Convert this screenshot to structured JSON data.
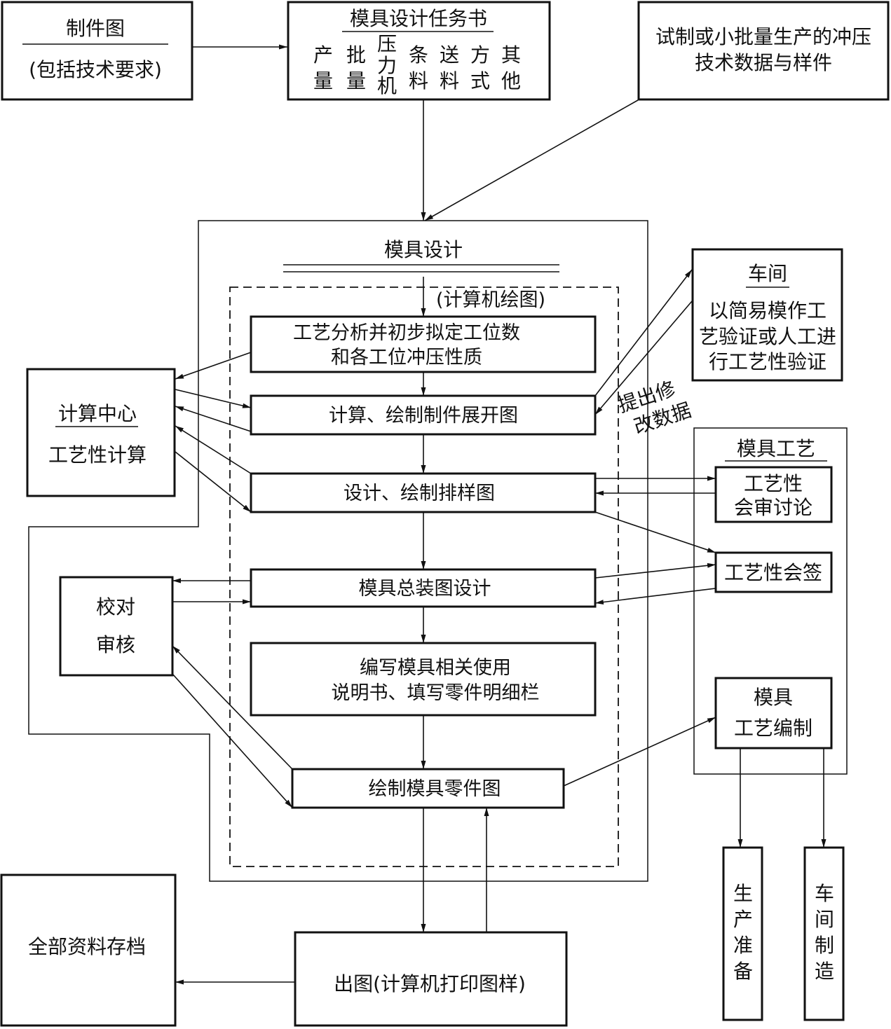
{
  "nodes": {
    "part_drawing": {
      "title": "制件图",
      "sub": "(包括技术要求)"
    },
    "task_book": {
      "title": "模具设计任务书",
      "columns": [
        [
          "产",
          "量"
        ],
        [
          "批",
          "量"
        ],
        [
          "压",
          "力",
          "机"
        ],
        [
          "条",
          "料"
        ],
        [
          "送",
          "料"
        ],
        [
          "方",
          "式"
        ],
        [
          "其",
          "他"
        ]
      ]
    },
    "trial_data": {
      "lines": [
        "试制或小批量生产的冲压",
        "技术数据与样件"
      ]
    },
    "mold_design": {
      "title": "模具设计",
      "cad": "(计算机绘图)"
    },
    "workshop": {
      "title": "车间",
      "lines": [
        "以简易模作工",
        "艺验证或人工进",
        "行工艺性验证"
      ]
    },
    "modify_note": {
      "lines": [
        "提出修",
        "改数据"
      ]
    },
    "process_analysis": {
      "lines": [
        "工艺分析并初步拟定工位数",
        "和各工位冲压性质"
      ]
    },
    "calc_center": {
      "title": "计算中心",
      "sub": "工艺性计算"
    },
    "unfold_drawing": {
      "label": "计算、绘制制件展开图"
    },
    "layout_drawing": {
      "label": "设计、绘制排样图"
    },
    "mold_process": {
      "title": "模具工艺"
    },
    "process_review": {
      "lines": [
        "工艺性",
        "会审讨论"
      ]
    },
    "process_signoff": {
      "label": "工艺性会签"
    },
    "assembly_design": {
      "label": "模具总装图设计"
    },
    "proofread": {
      "lines": [
        "校对",
        "审核"
      ]
    },
    "manual": {
      "lines": [
        "编写模具相关使用",
        "说明书、填写零件明细栏"
      ]
    },
    "process_plan": {
      "lines": [
        "模具",
        "工艺编制"
      ]
    },
    "part_drawings": {
      "label": "绘制模具零件图"
    },
    "archive": {
      "label": "全部资料存档"
    },
    "print_out": {
      "label": "出图(计算机打印图样)"
    },
    "production_prep": {
      "chars": [
        "生",
        "产",
        "准",
        "备"
      ]
    },
    "workshop_mfg": {
      "chars": [
        "车",
        "间",
        "制",
        "造"
      ]
    }
  }
}
